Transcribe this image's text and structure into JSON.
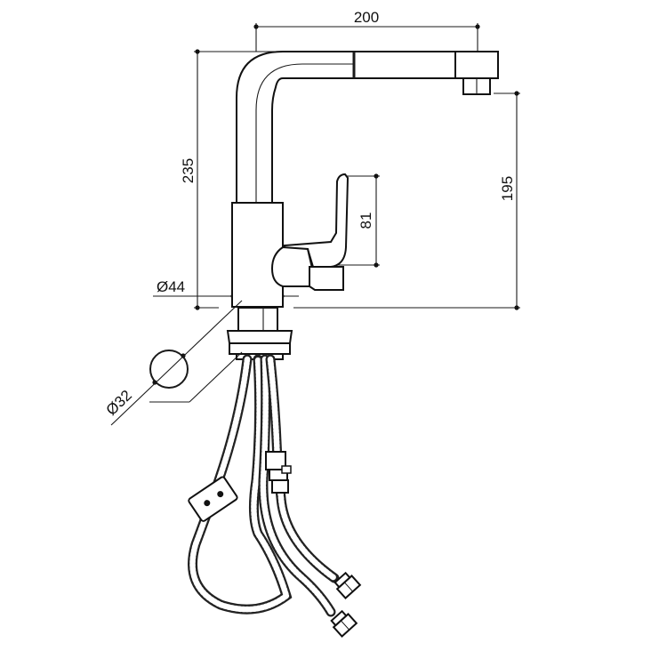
{
  "dimensions": {
    "spout_reach": "200",
    "total_height": "235",
    "outlet_height": "195",
    "lever_height": "81",
    "base_diameter": "Ø44",
    "hole_diameter": "Ø32"
  },
  "colors": {
    "line": "#1a1a1a",
    "background": "#ffffff"
  }
}
